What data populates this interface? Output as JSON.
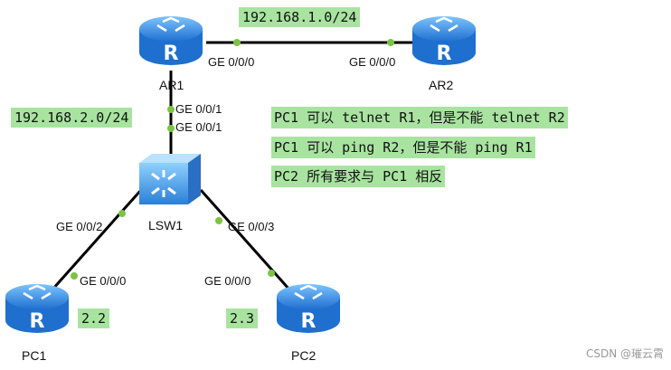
{
  "networks": {
    "top": "192.168.1.0/24",
    "left": "192.168.2.0/24"
  },
  "devices": {
    "ar1": "AR1",
    "ar2": "AR2",
    "lsw1": "LSW1",
    "pc1": "PC1",
    "pc2": "PC2"
  },
  "ports": {
    "ar1_right": "GE 0/0/0",
    "ar2_left": "GE 0/0/0",
    "ar1_down": "GE 0/0/1",
    "lsw1_up": "GE 0/0/1",
    "lsw1_left": "GE 0/0/2",
    "lsw1_right": "GE 0/0/3",
    "pc1_up": "GE 0/0/0",
    "pc2_up": "GE 0/0/0"
  },
  "addresses": {
    "pc1": "2.2",
    "pc2": "2.3"
  },
  "requirements": [
    "PC1 可以 telnet R1，但是不能 telnet R2",
    "PC1 可以 ping R2，但是不能 ping R1",
    "PC2 所有要求与 PC1 相反"
  ],
  "watermark": "CSDN @璀云霄",
  "colors": {
    "label_bg": "#a8e4a0",
    "link": "#000000",
    "port_dot": "#7cc443",
    "router_body": "#3a8ee6"
  },
  "icons": {
    "router": "router-icon",
    "switch": "switch-icon"
  }
}
